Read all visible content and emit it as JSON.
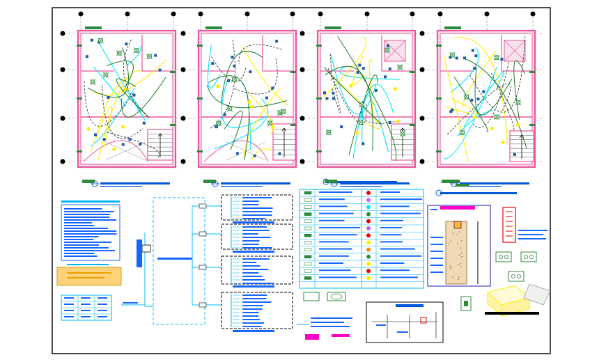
{
  "drawing": {
    "background": "#ffffff",
    "frame_color": "#000000",
    "colors": {
      "wall": "#e8559a",
      "wall_fill": "#fbe3ee",
      "circuit_a": "#00e5ff",
      "circuit_b": "#ffee00",
      "circuit_c": "#1a7a2a",
      "circuit_d": "#2b8a3e",
      "return_wire": "#222222",
      "switch": "#1e5aa8",
      "title_bar": "#0057d8",
      "label_blue": "#1565ff",
      "panel_dashed": "#000000",
      "riser": "#00b7ff",
      "highlight": "#ff00cc",
      "red": "#e60000",
      "orange_fill": "#ffd27a"
    },
    "floor_plans": [
      "plan-1",
      "plan-2",
      "plan-3",
      "plan-4"
    ]
  }
}
